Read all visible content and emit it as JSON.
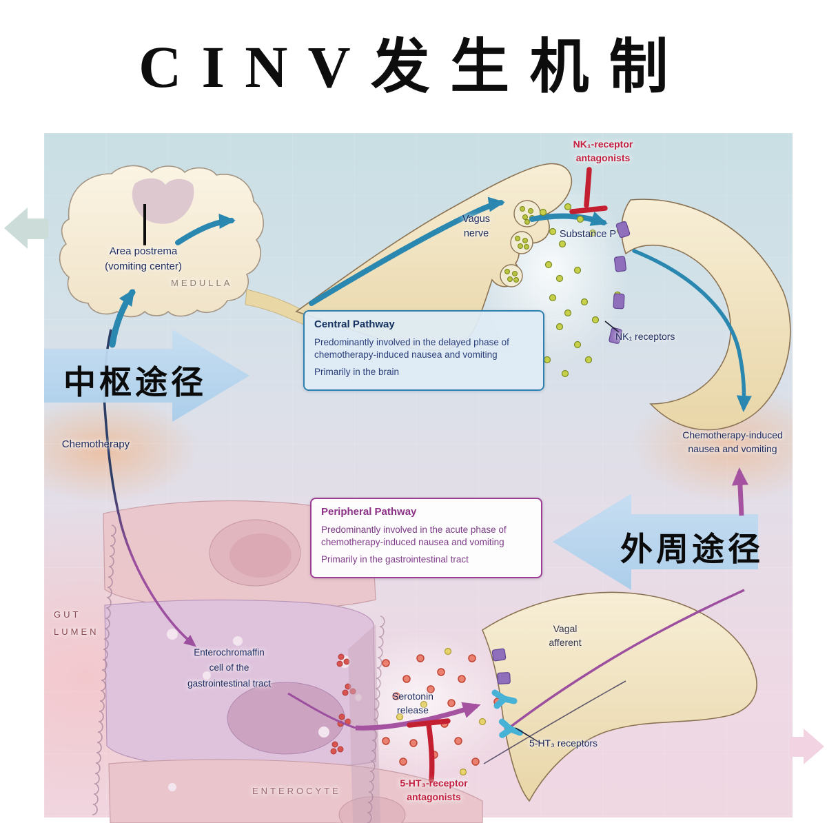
{
  "title": "CINV发生机制",
  "labels": {
    "area_postrema": "Area postrema\n(vomiting center)",
    "medulla": "MEDULLA",
    "vagus_nerve": "Vagus\nnerve",
    "nk1_antagonists": "NK₁-receptor\nantagonists",
    "substance_p": "Substance P",
    "nk1_receptors": "NK₁ receptors",
    "chemotherapy": "Chemotherapy",
    "central_pathway_cn": "中枢途径",
    "peripheral_pathway_cn": "外周途径",
    "cinv": "Chemotherapy-induced\nnausea and vomiting",
    "gut_lumen": "GUT\nLUMEN",
    "enterochromaffin": "Enterochromaffin\ncell of the\ngastrointestinal tract",
    "serotonin": "Serotonin\nrelease",
    "ht3_antagonists": "5-HT₃-receptor\nantagonists",
    "ht3_receptors": "5-HT₃ receptors",
    "vagal_afferent": "Vagal\nafferent",
    "enterocyte": "ENTEROCYTE"
  },
  "boxes": {
    "central": {
      "title": "Central Pathway",
      "body1": "Predominantly involved in the delayed phase of chemotherapy-induced nausea and vomiting",
      "body2": "Primarily in the brain"
    },
    "peripheral": {
      "title": "Peripheral Pathway",
      "body1": "Predominantly involved in the acute phase of chemotherapy-induced nausea and vomiting",
      "body2": "Primarily in the gastrointestinal tract"
    }
  },
  "colors": {
    "blue_arrow": "#2a87b0",
    "purple_arrow": "#a553a0",
    "red_inhibitor": "#c41f30",
    "pale_blue_arrow": "#b7d6ee",
    "neuron_tan": "#eeddb4",
    "receptor_purple": "#8f6fbb",
    "receptor_cyan": "#45b2d6",
    "substance_p_dot": "#c6d04a",
    "serotonin_dot": "#ea8070"
  }
}
